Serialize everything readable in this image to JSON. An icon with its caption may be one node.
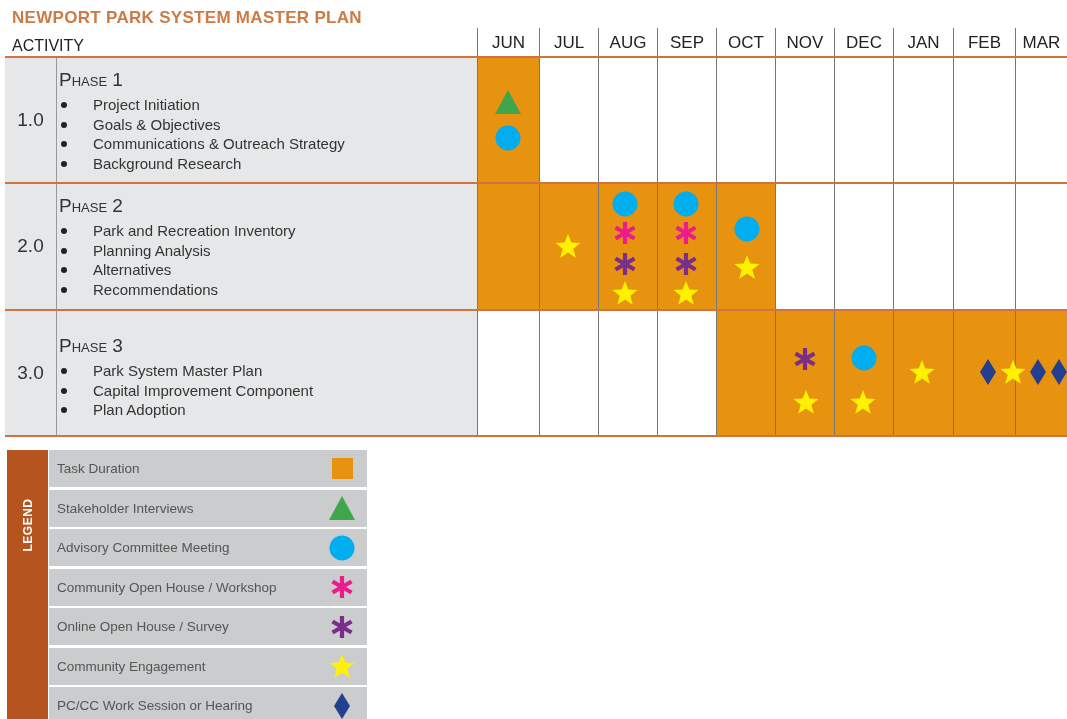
{
  "diagram": {
    "title": "NEWPORT PARK SYSTEM MASTER PLAN",
    "nodes": [
      {
        "text": [],
        "shape": "bar"
      },
      {
        "text": [],
        "shape": "bar"
      },
      {
        "text": [],
        "shape": "bar"
      }
    ],
    "labels": [
      "ACTIVITY",
      "JUN",
      "JUL",
      "AUG",
      "SEP",
      "OCT",
      "NOV",
      "DEC",
      "JAN",
      "FEB",
      "MAR",
      "1.0",
      "Phase 1",
      "Project Initiation",
      "Goals & Objectives",
      "Communications & Outreach Strategy",
      "Background Research",
      "2.0",
      "Phase 2",
      "Park and Recreation Inventory",
      "Planning Analysis",
      "Alternatives",
      "Recommendations",
      "3.0",
      "Phase 3",
      "Park System Master Plan",
      "Capital Improvement Component",
      "Plan Adoption",
      "LEGEND"
    ],
    "legend": [
      {
        "text": "Task Duration",
        "color": "#e8930f"
      },
      {
        "text": "Stakeholder Interviews"
      },
      {
        "text": "Advisory Committee Meeting"
      },
      {
        "text": "Community Open House / Workshop"
      },
      {
        "text": "Online Open House / Survey"
      },
      {
        "text": "Community Engagement"
      },
      {
        "text": "PC/CC Work Session or Hearing"
      }
    ]
  }
}
